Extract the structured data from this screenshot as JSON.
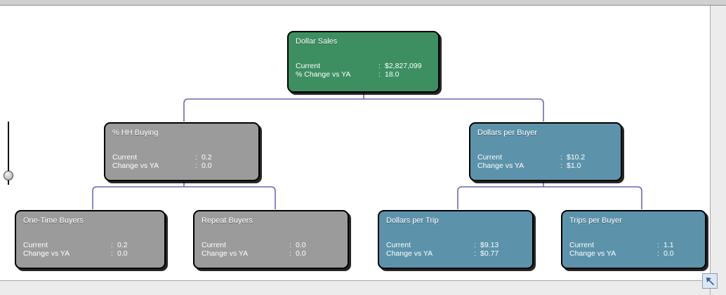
{
  "window": {
    "resize_icon": "resize-arrow-icon",
    "slider_name": "zoom-slider"
  },
  "palette": {
    "green": "#3d8f62",
    "blue": "#5c93ab",
    "gray": "#9b9b9b",
    "connector": "#6a6ab4",
    "border": "#000000"
  },
  "row_labels": {
    "current": "Current",
    "change_pct": "% Change vs YA",
    "change": "Change vs YA",
    "colon": ":"
  },
  "tree": {
    "root": {
      "title": "Dollar Sales",
      "color": "#3d8f62",
      "rows": [
        {
          "label": "Current",
          "value": "$2,827,099"
        },
        {
          "label": "% Change vs YA",
          "value": "18.0"
        }
      ]
    },
    "level2": [
      {
        "title": "% HH Buying",
        "color": "#9b9b9b",
        "rows": [
          {
            "label": "Current",
            "value": "0.2"
          },
          {
            "label": "Change vs YA",
            "value": "0.0"
          }
        ]
      },
      {
        "title": "Dollars per Buyer",
        "color": "#5c93ab",
        "rows": [
          {
            "label": "Current",
            "value": "$10.2"
          },
          {
            "label": "Change vs YA",
            "value": "$1.0"
          }
        ]
      }
    ],
    "level3": [
      {
        "title": "One-Time Buyers",
        "color": "#9b9b9b",
        "rows": [
          {
            "label": "Current",
            "value": "0.2"
          },
          {
            "label": "Change vs YA",
            "value": "0.0"
          }
        ]
      },
      {
        "title": "Repeat Buyers",
        "color": "#9b9b9b",
        "rows": [
          {
            "label": "Current",
            "value": "0.0"
          },
          {
            "label": "Change vs YA",
            "value": "0.0"
          }
        ]
      },
      {
        "title": "Dollars per Trip",
        "color": "#5c93ab",
        "rows": [
          {
            "label": "Current",
            "value": "$9.13"
          },
          {
            "label": "Change vs YA",
            "value": "$0.77"
          }
        ]
      },
      {
        "title": "Trips per Buyer",
        "color": "#5c93ab",
        "rows": [
          {
            "label": "Current",
            "value": "1.1"
          },
          {
            "label": "Change vs YA",
            "value": "0.0"
          }
        ]
      }
    ]
  }
}
